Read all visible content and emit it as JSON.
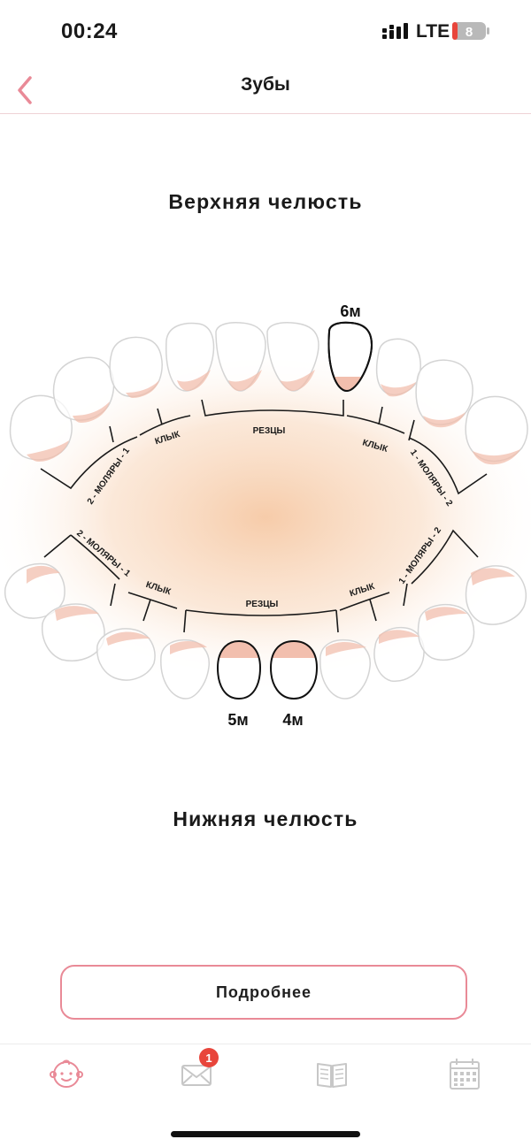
{
  "status_bar": {
    "time": "00:24",
    "network": "LTE",
    "battery": "8"
  },
  "nav": {
    "title": "Зубы",
    "back_icon": "chevron-left-icon"
  },
  "upper_jaw": {
    "label": "Верхняя челюсть",
    "groups": [
      "РЕЗЦЫ",
      "КЛЫК",
      "КЛЫК",
      "2 - МОЛЯРЫ - 1",
      "1 - МОЛЯРЫ - 2"
    ],
    "teeth_marked": [
      {
        "label": "6м"
      }
    ]
  },
  "lower_jaw": {
    "label": "Нижняя челюсть",
    "groups": [
      "РЕЗЦЫ",
      "КЛЫК",
      "КЛЫК",
      "2 - МОЛЯРЫ - 1",
      "1 - МОЛЯРЫ - 2"
    ],
    "teeth_marked": [
      {
        "label": "5м"
      },
      {
        "label": "4м"
      }
    ]
  },
  "actions": {
    "more_label": "Подробнее"
  },
  "tab_bar": {
    "tabs": [
      {
        "name": "baby",
        "icon": "baby-face-icon",
        "active": true
      },
      {
        "name": "messages",
        "icon": "mail-icon",
        "badge": "1"
      },
      {
        "name": "diary",
        "icon": "book-icon"
      },
      {
        "name": "calendar",
        "icon": "calendar-icon"
      }
    ]
  },
  "colors": {
    "accent": "#e98a97",
    "gum": "#f2bfae",
    "glow": "#f6c9a5",
    "badge": "#e8453b"
  }
}
